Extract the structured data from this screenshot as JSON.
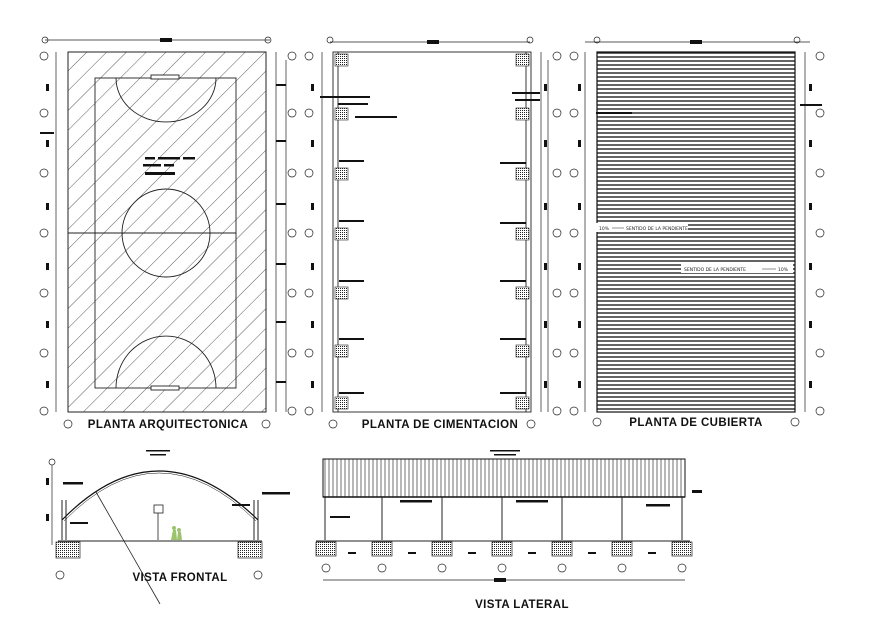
{
  "drawing": {
    "colors": {
      "ink": "#1a1a1a",
      "figure_green": "#9bc46c",
      "background": "#ffffff"
    },
    "titles": {
      "planta_arquitectonica": "PLANTA ARQUITECTONICA",
      "planta_cimentacion": "PLANTA DE CIMENTACION",
      "planta_cubierta": "PLANTA DE CUBIERTA",
      "vista_frontal": "VISTA FRONTAL",
      "vista_lateral": "VISTA LATERAL"
    },
    "notes": {
      "slope_left": "SENTIDO DE LA PENDIENTE",
      "slope_right": "SENTIDO DE LA PENDIENTE",
      "slope_left_pct": "10%",
      "slope_right_pct": "10%"
    }
  }
}
